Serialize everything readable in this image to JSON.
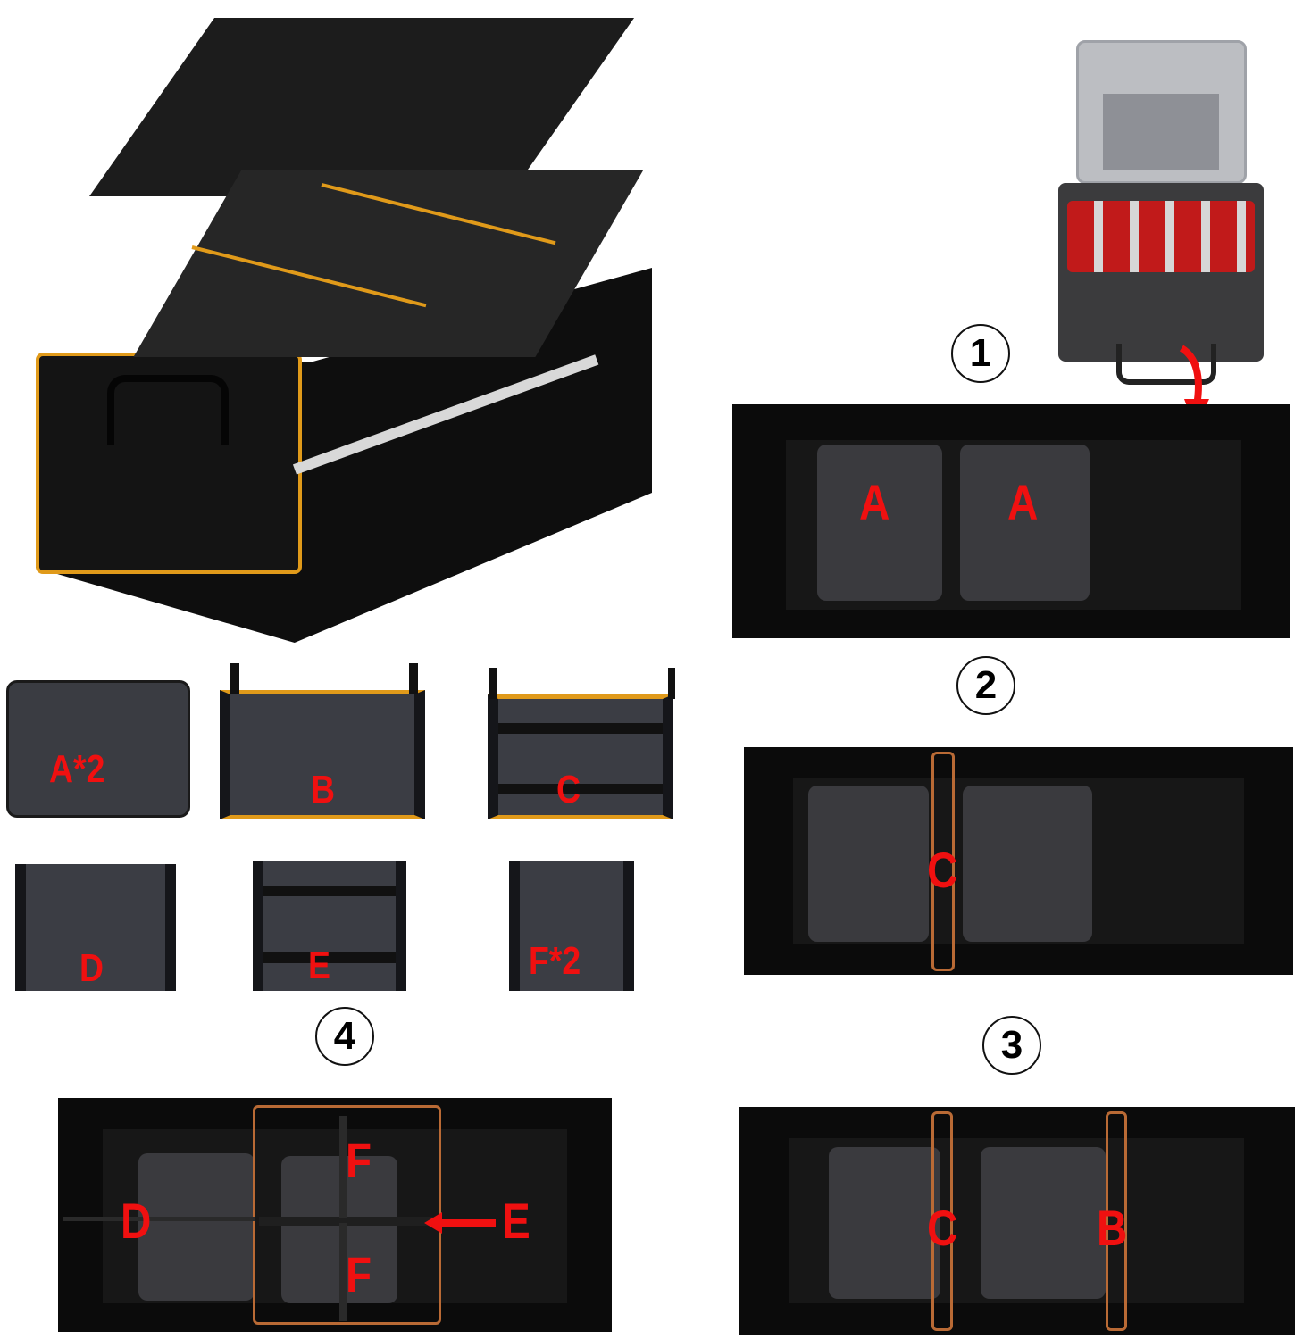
{
  "image": {
    "description": "Car trunk organizer product illustration with removable dividers and cooler bag",
    "colors": {
      "label_red": "#f01010",
      "trim_orange": "#e09a1a",
      "fabric_black": "#0b0b0b",
      "panel_gray": "#3b3d44"
    }
  },
  "parts": {
    "a": {
      "label": "A*2"
    },
    "b": {
      "label": "B"
    },
    "c": {
      "label": "C"
    },
    "d": {
      "label": "D"
    },
    "e": {
      "label": "E"
    },
    "f": {
      "label": "F*2"
    }
  },
  "configs": {
    "c1": {
      "number": "1",
      "labels": [
        "A",
        "A"
      ]
    },
    "c2": {
      "number": "2",
      "labels": [
        "C"
      ]
    },
    "c3": {
      "number": "3",
      "labels": [
        "C",
        "B"
      ]
    },
    "c4": {
      "number": "4",
      "labels": [
        "F",
        "D",
        "E",
        "F"
      ]
    }
  }
}
